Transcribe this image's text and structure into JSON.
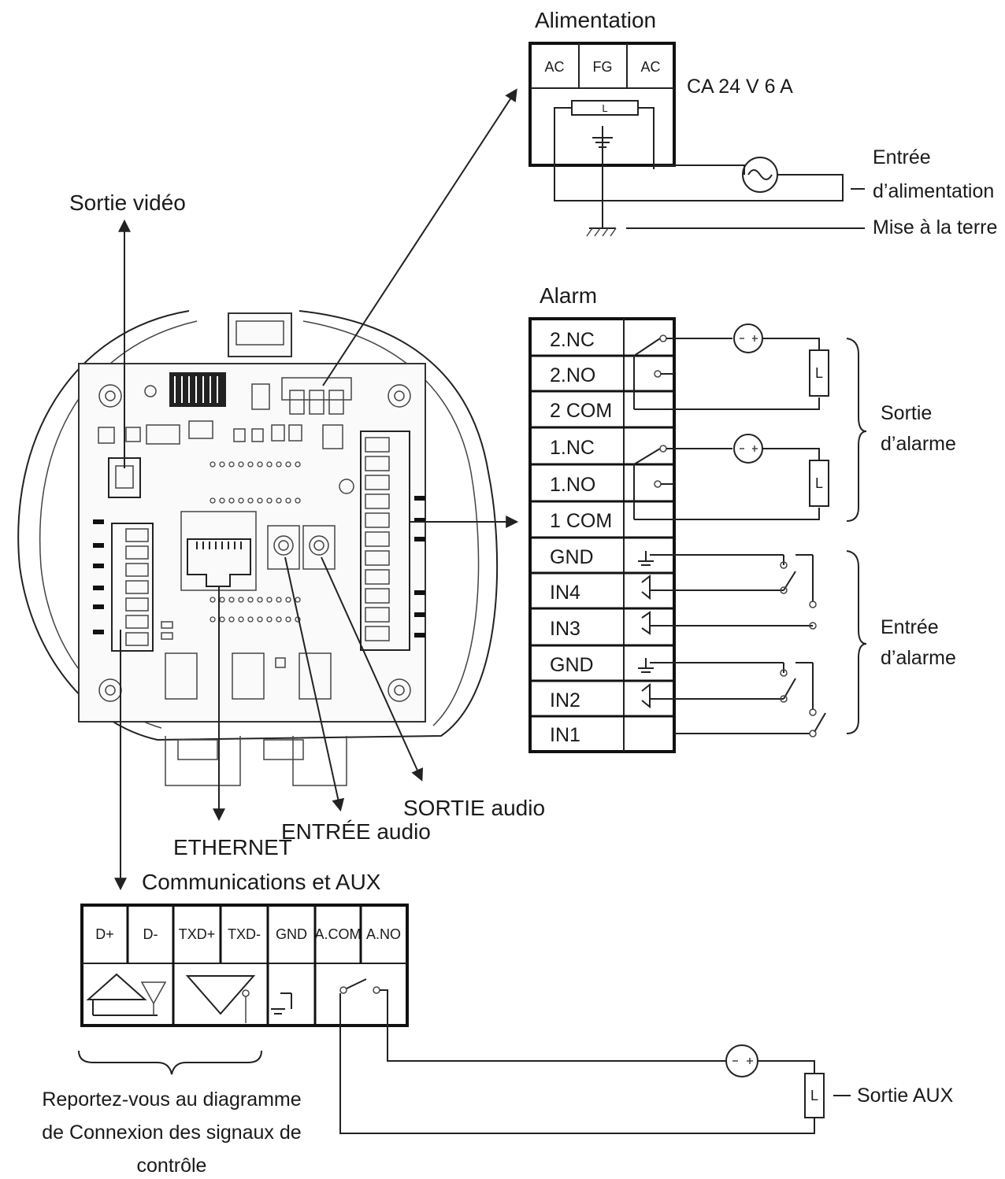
{
  "labels": {
    "video_out": "Sortie vidéo",
    "power_title": "Alimentation",
    "power_spec": "CA 24 V 6 A",
    "power_input_1": "Entrée",
    "power_input_2": "d’alimentation",
    "ground": "Mise à la terre",
    "alarm_title": "Alarm",
    "alarm_out_1": "Sortie",
    "alarm_out_2": "d’alarme",
    "alarm_in_1": "Entrée",
    "alarm_in_2": "d’alarme",
    "audio_out": "SORTIE audio",
    "audio_in": "ENTRÉE audio",
    "ethernet": "ETHERNET",
    "comm_title": "Communications et AUX",
    "aux_out": "Sortie AUX",
    "note_1": "Reportez-vous au diagramme",
    "note_2": "de Connexion des signaux de",
    "note_3": "contrôle"
  },
  "power_terminals": [
    "AC",
    "FG",
    "AC"
  ],
  "power_load": "L",
  "alarm_terminals": [
    "2.NC",
    "2.NO",
    "2 COM",
    "1.NC",
    "1.NO",
    "1 COM",
    "GND",
    "IN4",
    "IN3",
    "GND",
    "IN2",
    "IN1"
  ],
  "alarm_load": "L",
  "comm_terminals": [
    "D+",
    "D-",
    "TXD+",
    "TXD-",
    "GND",
    "A.COM",
    "A.NO"
  ],
  "aux_load": "L",
  "colors": {
    "ink": "#1a1a1a",
    "background": "#ffffff"
  }
}
